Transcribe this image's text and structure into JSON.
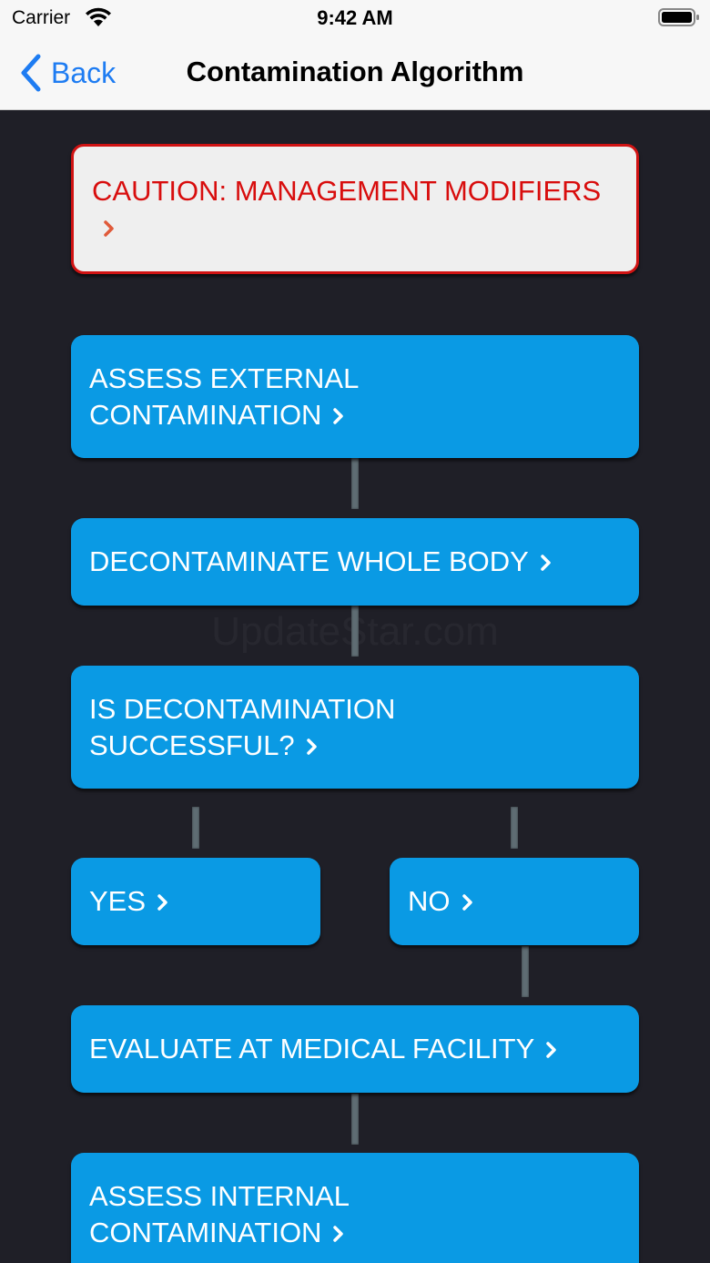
{
  "status_bar": {
    "carrier": "Carrier",
    "time": "9:42 AM"
  },
  "nav": {
    "back_label": "Back",
    "title": "Contamination Algorithm"
  },
  "flow": {
    "caution": "CAUTION: MANAGEMENT MODIFIERS",
    "assess_external": "ASSESS EXTERNAL CONTAMINATION",
    "decontaminate": "DECONTAMINATE WHOLE BODY",
    "is_successful": "IS DECONTAMINATION SUCCESSFUL?",
    "yes": "YES",
    "no": "NO",
    "evaluate": "EVALUATE AT MEDICAL FACILITY",
    "assess_internal": "ASSESS INTERNAL CONTAMINATION"
  },
  "watermark": "UpdateStar.com",
  "colors": {
    "box_blue": "#0a9ae4",
    "caution_red": "#d80d0d",
    "background": "#1f1f27",
    "link_blue": "#1e7cf2"
  }
}
